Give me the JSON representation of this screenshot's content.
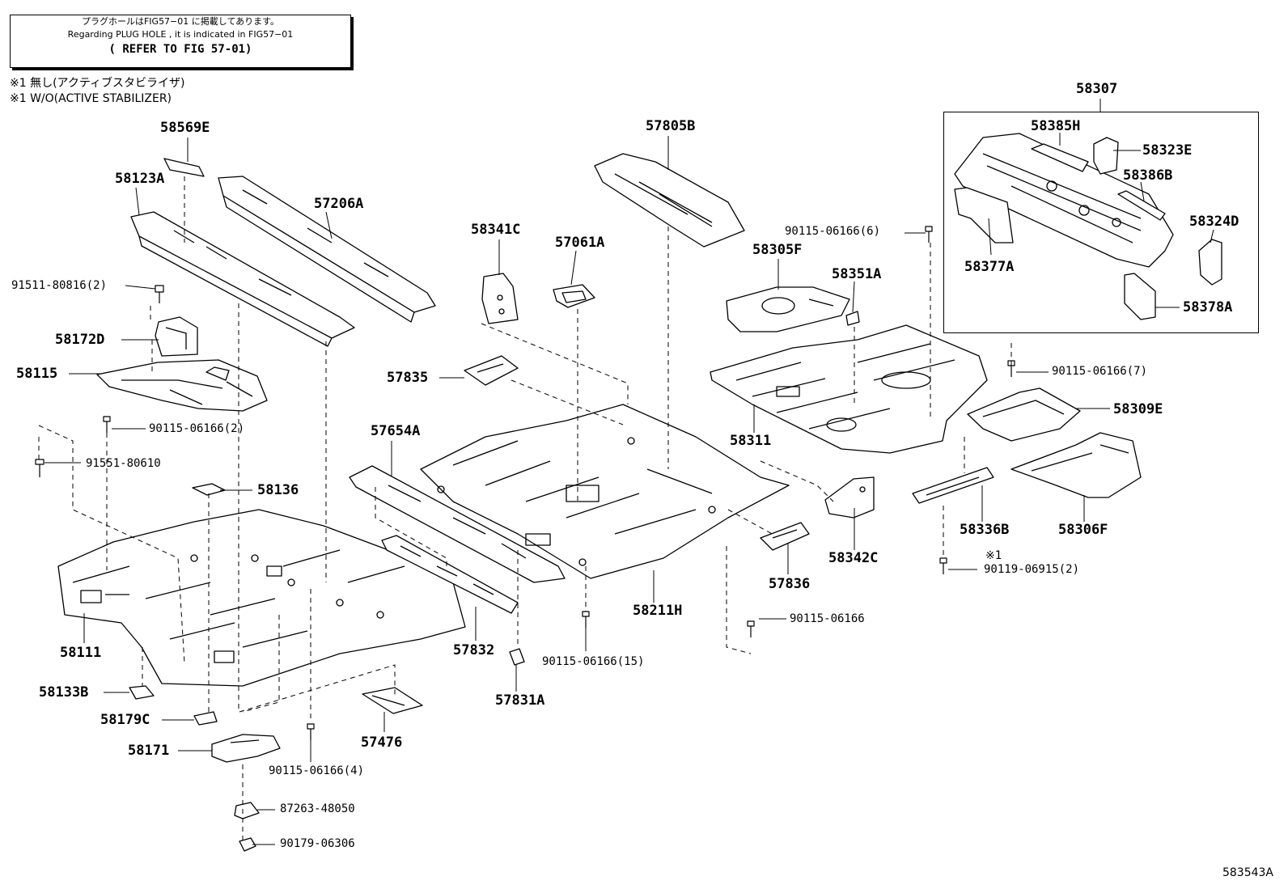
{
  "note": {
    "line_jp": "プラグホールはFIG57−01 に掲載してあります。",
    "line_en": "Regarding PLUG HOLE , it is indicated in FIG57−01",
    "refer": "( REFER TO FIG 57-01)"
  },
  "legend": {
    "line1": "※1 無し(アクティブスタビライザ)",
    "line2": "※1 W/O(ACTIVE STABILIZER)"
  },
  "footnote_mark": "※1",
  "figure_id": "583543A",
  "labels": {
    "p58569E": "58569E",
    "p58123A": "58123A",
    "p57206A": "57206A",
    "p91511": "91511-80816(2)",
    "p58172D": "58172D",
    "p58115": "58115",
    "p90115_2": "90115-06166(2)",
    "p91551": "91551-80610",
    "p58136": "58136",
    "p58111": "58111",
    "p58133B": "58133B",
    "p58179C": "58179C",
    "p58171": "58171",
    "p90115_4": "90115-06166(4)",
    "p87263": "87263-48050",
    "p90179": "90179-06306",
    "p57476": "57476",
    "p57832": "57832",
    "p57831A": "57831A",
    "p57654A": "57654A",
    "p57835": "57835",
    "p58341C": "58341C",
    "p57061A": "57061A",
    "p57805B": "57805B",
    "p90115_15": "90115-06166(15)",
    "p58211H": "58211H",
    "p90115_single": "90115-06166",
    "p57836": "57836",
    "p58342C": "58342C",
    "p58305F": "58305F",
    "p58351A": "58351A",
    "p90115_6": "90115-06166(6)",
    "p58311": "58311",
    "p90115_7": "90115-06166(7)",
    "p58309E": "58309E",
    "p58306F": "58306F",
    "p58336B": "58336B",
    "p90119": "90119-06915(2)",
    "p58307": "58307",
    "p58385H": "58385H",
    "p58323E": "58323E",
    "p58386B": "58386B",
    "p58324D": "58324D",
    "p58377A": "58377A",
    "p58378A": "58378A"
  }
}
